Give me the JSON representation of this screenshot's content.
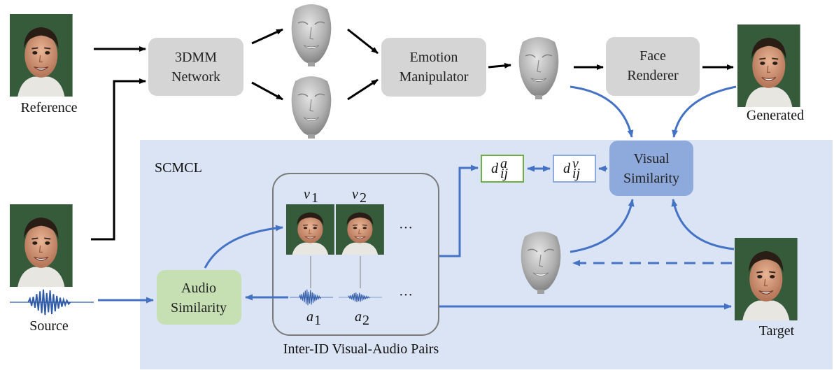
{
  "labels": {
    "reference": "Reference",
    "source": "Source",
    "generated": "Generated",
    "target": "Target",
    "scmcl": "SCMCL",
    "pairs_caption": "Inter-ID Visual-Audio Pairs",
    "ellipsis": "···"
  },
  "blocks": {
    "dmm_line1": "3DMM",
    "dmm_line2": "Network",
    "emotion_line1": "Emotion",
    "emotion_line2": "Manipulator",
    "renderer_line1": "Face",
    "renderer_line2": "Renderer",
    "visual_line1": "Visual",
    "visual_line2": "Similarity",
    "audio_line1": "Audio",
    "audio_line2": "Similarity"
  },
  "math": {
    "v": "v",
    "a": "a",
    "sub1": "1",
    "sub2": "2",
    "d": "d",
    "ij": "ij",
    "sup_a": "a",
    "sup_v": "v"
  },
  "colors": {
    "panel": "#dbe4f4",
    "gray_block": "#d5d5d5",
    "visual_block": "#8eaadc",
    "audio_block": "#c6e0b4",
    "blue_arrow": "#4472c4",
    "green_border": "#70ad47",
    "black_arrow": "#000000",
    "face_bg": "#3a5a3a",
    "mesh": "#b4b4b4"
  }
}
